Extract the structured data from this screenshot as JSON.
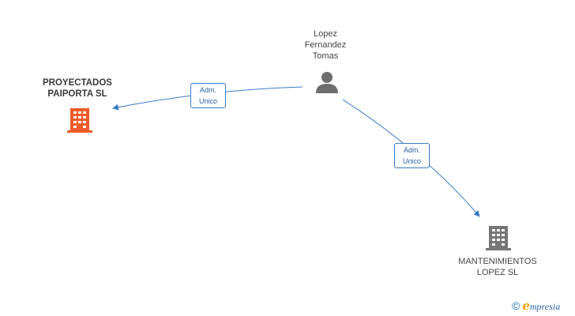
{
  "nodes": {
    "person": {
      "line1": "Lopez",
      "line2": "Fernandez",
      "line3": "Tomas",
      "icon": "person-icon"
    },
    "company_left": {
      "line1": "PROYECTADOS",
      "line2": "PAIPORTA SL",
      "icon": "building-icon",
      "color": "#ee5a2a"
    },
    "company_right": {
      "line1": "MANTENIMIENTOS",
      "line2": "LOPEZ SL",
      "icon": "building-icon",
      "color": "#777777"
    }
  },
  "edges": {
    "left": {
      "line1": "Adm.",
      "line2": "Unico"
    },
    "right": {
      "line1": "Adm.",
      "line2": "Unico"
    },
    "color": "#3a7bc8"
  },
  "brand": {
    "copyright": "©",
    "initial": "e",
    "rest": "mpresia"
  }
}
